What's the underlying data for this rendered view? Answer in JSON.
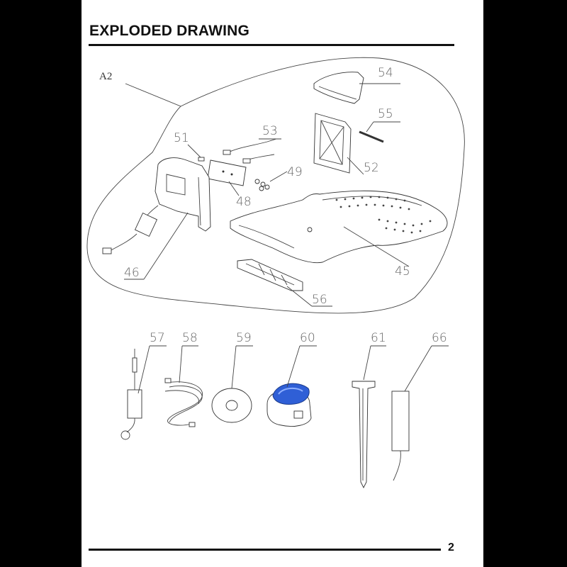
{
  "page": {
    "title": "EXPLODED DRAWING",
    "page_number": "2"
  },
  "assembly_label": "A2",
  "callouts": {
    "p45": "45",
    "p46": "46",
    "p48": "48",
    "p49": "49",
    "p51": "51",
    "p52": "52",
    "p53": "53",
    "p54": "54",
    "p55": "55",
    "p56": "56",
    "p57": "57",
    "p58": "58",
    "p59": "59",
    "p60": "60",
    "p61": "61",
    "p66": "66"
  },
  "colors": {
    "connector_blue": "#2f5fd6",
    "line": "#444444",
    "frame": "#000000"
  }
}
